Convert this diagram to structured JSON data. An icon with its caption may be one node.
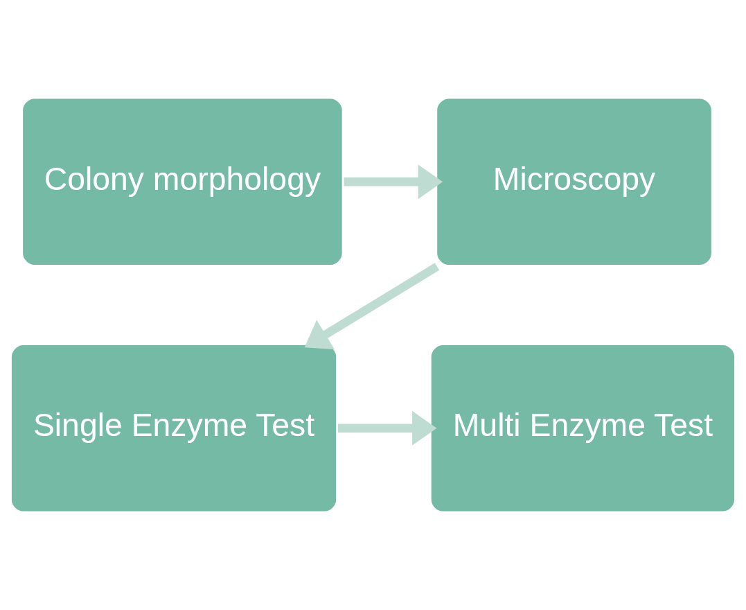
{
  "diagram": {
    "nodes": [
      {
        "text": [
          "Colony morphology"
        ]
      },
      {
        "text": [
          "Microscopy"
        ]
      },
      {
        "text": [
          "Single Enzyme Test"
        ]
      },
      {
        "text": [
          "Multi Enzyme Test"
        ]
      }
    ],
    "edges": [
      {
        "from": 0,
        "to": 1,
        "arrow": "to"
      },
      {
        "from": 1,
        "to": 2,
        "arrow": "to"
      },
      {
        "from": 2,
        "to": 3,
        "arrow": "to"
      }
    ]
  }
}
